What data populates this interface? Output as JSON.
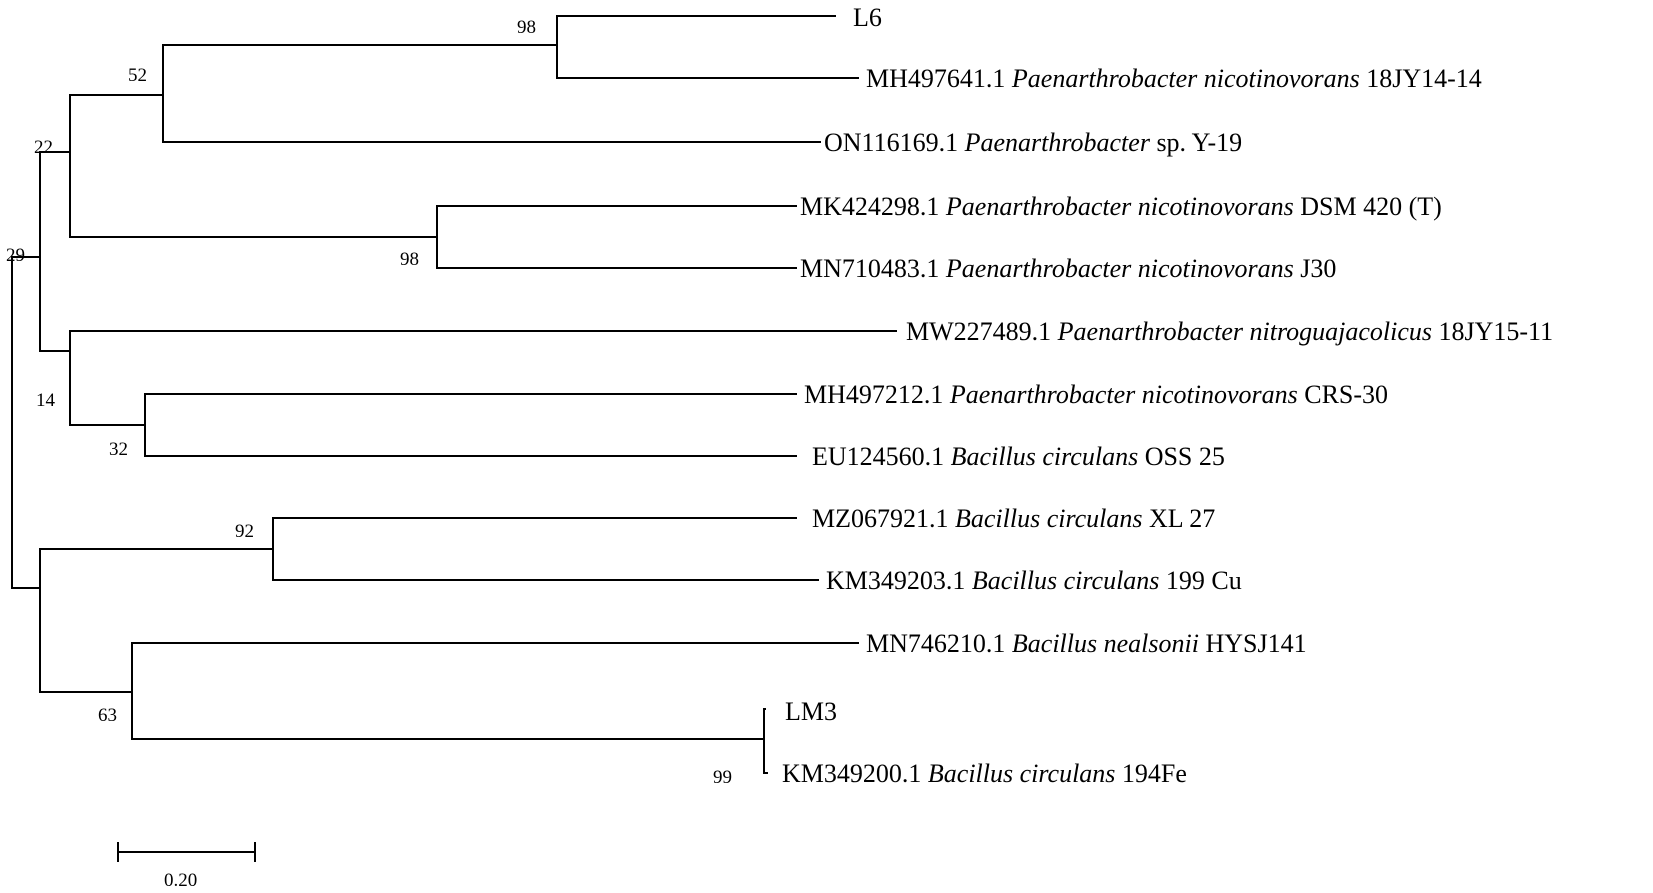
{
  "taxa": [
    {
      "accession": "L6",
      "species": "",
      "strain": ""
    },
    {
      "accession": "MH497641.1",
      "species": "Paenarthrobacter nicotinovorans",
      "strain": "18JY14-14"
    },
    {
      "accession": "ON116169.1",
      "species": "Paenarthrobacter",
      "strain": "sp.  Y-19"
    },
    {
      "accession": "MK424298.1",
      "species": "Paenarthrobacter nicotinovorans",
      "strain": "DSM 420 (T)"
    },
    {
      "accession": "MN710483.1",
      "species": "Paenarthrobacter nicotinovorans",
      "strain": "J30"
    },
    {
      "accession": "MW227489.1",
      "species": "Paenarthrobacter nitroguajacolicus",
      "strain": "18JY15-11"
    },
    {
      "accession": "MH497212.1",
      "species": "Paenarthrobacter nicotinovorans",
      "strain": "CRS-30"
    },
    {
      "accession": "EU124560.1",
      "species": "Bacillus circulans",
      "strain": "OSS 25"
    },
    {
      "accession": "MZ067921.1",
      "species": "Bacillus circulans",
      "strain": "XL 27"
    },
    {
      "accession": "KM349203.1",
      "species": "Bacillus circulans",
      "strain": "199 Cu"
    },
    {
      "accession": "MN746210.1",
      "species": "Bacillus nealsonii",
      "strain": "HYSJ141"
    },
    {
      "accession": "LM3",
      "species": "",
      "strain": ""
    },
    {
      "accession": "KM349200.1",
      "species": "Bacillus circulans",
      "strain": "194Fe"
    }
  ],
  "bootstrap": {
    "l6_mh497641": "98",
    "l6_on116169": "52",
    "mk424298_mn710483": "98",
    "paen_upper": "22",
    "paen_all": "29",
    "mw227489_group": "14",
    "mh497212_eu124560": "32",
    "mz067921_km349203": "92",
    "nealsonii_group": "63",
    "lm3_km349200": "99"
  },
  "scale_bar": {
    "label": "0.20"
  }
}
